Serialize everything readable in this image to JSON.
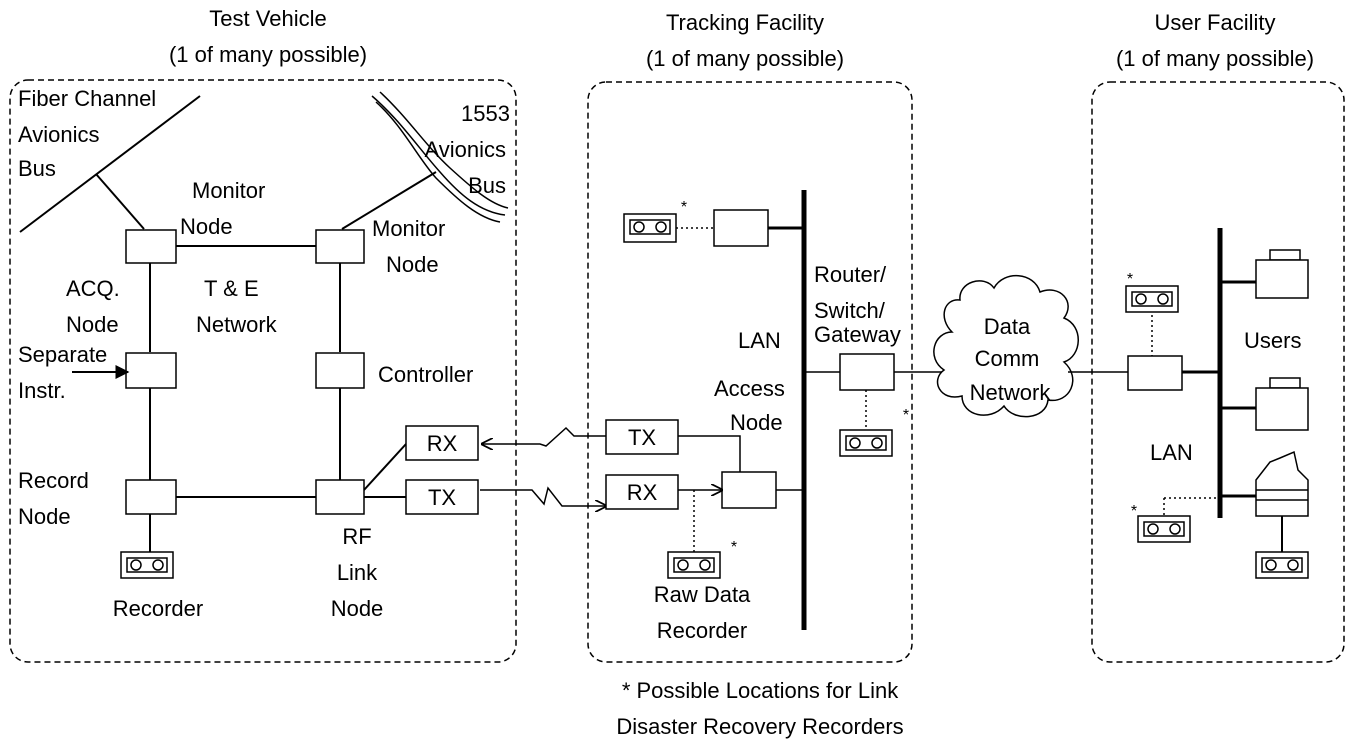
{
  "facilities": {
    "test_vehicle": {
      "title": "Test Vehicle",
      "subtitle": "(1 of many possible)"
    },
    "tracking": {
      "title": "Tracking Facility",
      "subtitle": "(1 of many possible)"
    },
    "user": {
      "title": "User Facility",
      "subtitle": "(1 of many possible)"
    }
  },
  "labels": {
    "fiber_bus": [
      "Fiber Channel",
      "Avionics",
      "Bus"
    ],
    "avionics_1553": [
      "1553",
      "Avionics",
      "Bus"
    ],
    "monitor_node_left": [
      "Monitor",
      "Node"
    ],
    "monitor_node_right": [
      "Monitor",
      "Node"
    ],
    "acq_node": [
      "ACQ.",
      "Node"
    ],
    "te_network": [
      "T & E",
      "Network"
    ],
    "separate_instr": [
      "Separate",
      "Instr."
    ],
    "controller": "Controller",
    "record_node": [
      "Record",
      "Node"
    ],
    "recorder": "Recorder",
    "rf_link_node": [
      "RF",
      "Link",
      "Node"
    ],
    "rx": "RX",
    "tx": "TX",
    "router": [
      "Router/",
      "Switch/",
      "Gateway"
    ],
    "lan": "LAN",
    "access_node": [
      "Access",
      "Node"
    ],
    "raw_data_recorder": [
      "Raw Data",
      "Recorder"
    ],
    "data_comm": [
      "Data",
      "Comm",
      "Network"
    ],
    "users": "Users",
    "user_lan": "LAN",
    "asterisk": "*"
  },
  "footnote": [
    "* Possible Locations for Link",
    "Disaster Recovery Recorders"
  ]
}
